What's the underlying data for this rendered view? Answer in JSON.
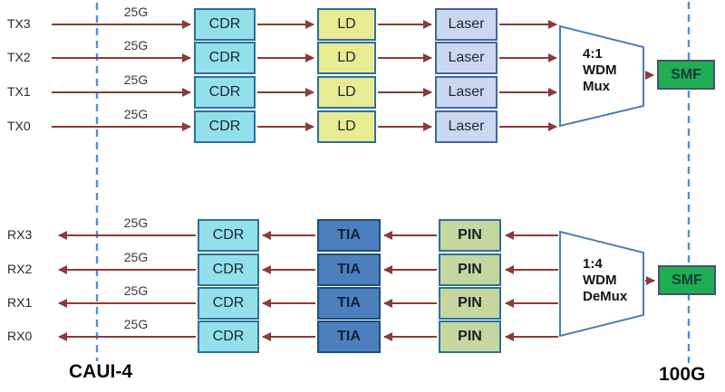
{
  "labels": {
    "rate": "25G",
    "left_bus": "CAUI-4",
    "right_bus": "100G"
  },
  "tx": {
    "lanes": [
      "TX3",
      "TX2",
      "TX1",
      "TX0"
    ],
    "cdr": "CDR",
    "ld": "LD",
    "laser": "Laser",
    "mux": {
      "l1": "4:1",
      "l2": "WDM",
      "l3": "Mux"
    },
    "smf": "SMF"
  },
  "rx": {
    "lanes": [
      "RX3",
      "RX2",
      "RX1",
      "RX0"
    ],
    "cdr": "CDR",
    "tia": "TIA",
    "pin": "PIN",
    "demux": {
      "l1": "1:4",
      "l2": "WDM",
      "l3": "DeMux"
    },
    "smf": "SMF"
  },
  "colors": {
    "arrow": "#8C3A38",
    "dashed_boundary": "#4E90D2",
    "cdr_fill": "#92E0EA",
    "ld_fill": "#E9EB93",
    "laser_fill": "#C9D8F0",
    "tia_fill": "#4C7FBE",
    "pin_fill": "#C5D79E",
    "smf_fill": "#1FAE54",
    "box_border": "#2E6F9E",
    "trapezoid_border": "#4A7DB8"
  }
}
